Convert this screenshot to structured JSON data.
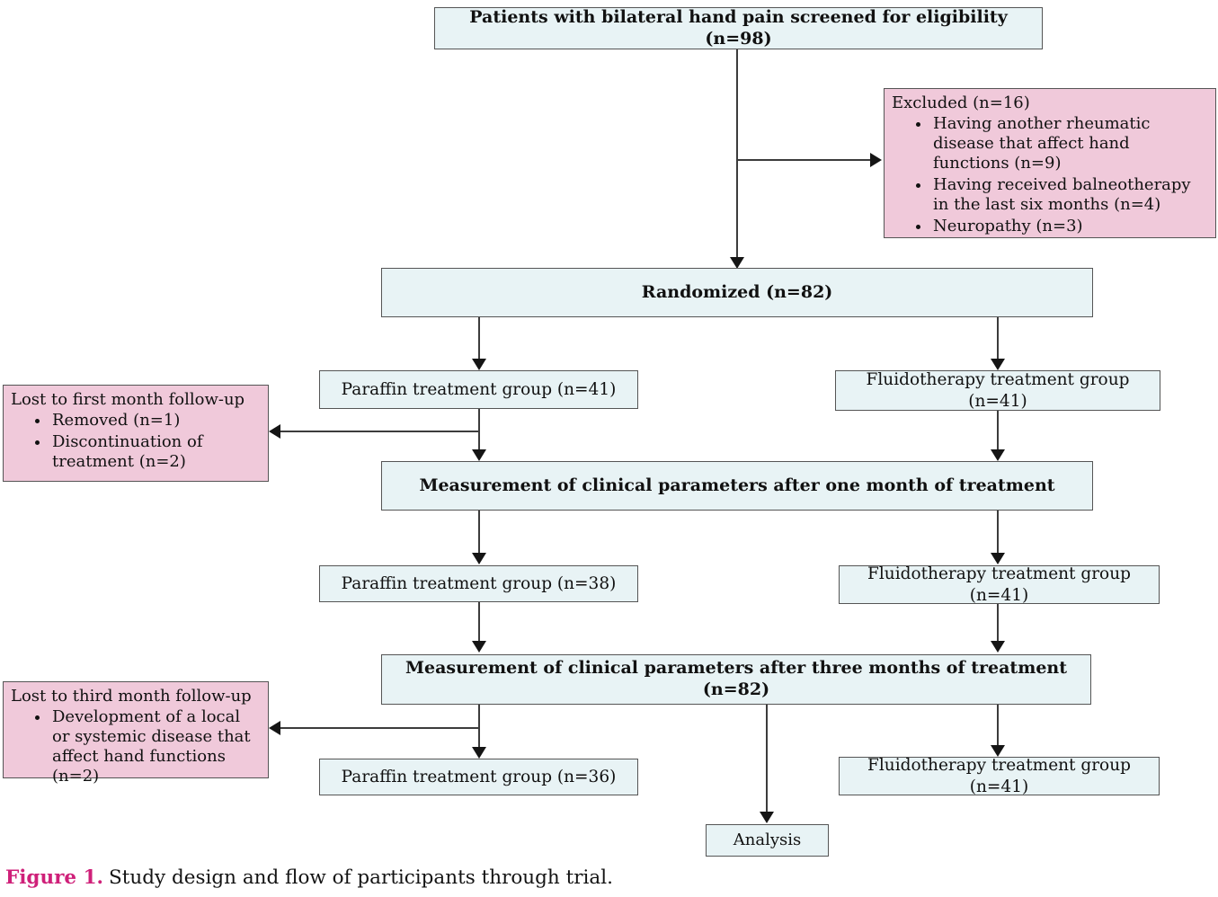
{
  "figure": {
    "caption_label": "Figure 1.",
    "caption_text": "Study design and flow of participants through trial."
  },
  "colors": {
    "box_fill": "#e8f3f5",
    "box_border": "#555555",
    "pink_fill": "#f0c9da",
    "arrow": "#3c3c3c",
    "caption_accent": "#cf2079"
  },
  "flow": {
    "screened": "Patients with bilateral hand pain screened for eligibility (n=98)",
    "excluded": {
      "title": "Excluded (n=16)",
      "items": [
        "Having another rheumatic disease that affect hand functions (n=9)",
        "Having received balneotherapy in the last six months (n=4)",
        "Neuropathy (n=3)"
      ]
    },
    "randomized": "Randomized (n=82)",
    "paraffin_baseline": "Paraffin treatment group (n=41)",
    "fluidotherapy_baseline": "Fluidotherapy treatment group (n=41)",
    "lost_first": {
      "title": "Lost to first month follow-up",
      "items": [
        "Removed (n=1)",
        "Discontinuation of treatment (n=2)"
      ]
    },
    "measurement_one_month": "Measurement of clinical parameters after one month of treatment",
    "paraffin_month1": "Paraffin treatment group (n=38)",
    "fluidotherapy_month1": "Fluidotherapy treatment group (n=41)",
    "measurement_three_months": "Measurement of clinical parameters after three months of treatment (n=82)",
    "lost_third": {
      "title": "Lost to third month follow-up",
      "items": [
        "Development of a local or systemic disease that affect hand functions (n=2)"
      ]
    },
    "paraffin_month3": "Paraffin treatment group (n=36)",
    "fluidotherapy_month3": "Fluidotherapy treatment group (n=41)",
    "analysis": "Analysis"
  }
}
